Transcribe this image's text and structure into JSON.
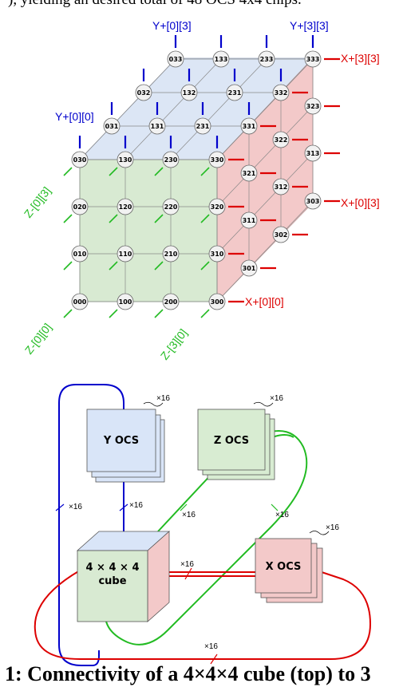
{
  "top_caption": "), yielding an desired total of 48 OCS 4x4 chips.",
  "cube_labels": {
    "y_033": "Y+[0][3]",
    "y_333": "Y+[3][3]",
    "x_333": "X+[3][3]",
    "y_000": "Y+[0][0]",
    "z_030": "Z-[0][3]",
    "x_303": "X+[0][3]",
    "x_300": "X+[0][0]",
    "z_000": "Z-[0][0]",
    "z_300": "Z-[3][0]"
  },
  "nodes_front": [
    "030",
    "130",
    "230",
    "330",
    "020",
    "120",
    "220",
    "320",
    "010",
    "110",
    "210",
    "310",
    "000",
    "100",
    "200",
    "300"
  ],
  "nodes_top": [
    "033",
    "133",
    "233",
    "333",
    "032",
    "132",
    "231",
    "332",
    "031",
    "131",
    "231",
    "331"
  ],
  "nodes_right": [
    "323",
    "322",
    "313",
    "321",
    "312",
    "303",
    "311",
    "302",
    "301"
  ],
  "block_labels": {
    "y_ocs": "Y OCS",
    "z_ocs": "Z OCS",
    "x_ocs": "X OCS",
    "cube_line1": "4 × 4 × 4",
    "cube_line2": "cube"
  },
  "multiplicities": {
    "y_stack": "×16",
    "z_stack": "×16",
    "x_stack": "×16",
    "blue_left": "×16",
    "blue_mid": "×16",
    "green_upper": "×16",
    "green_lower": "×16",
    "red_mid": "×16",
    "red_bottom": "×16"
  },
  "caption": "1: Connectivity of a 4×4×4 cube (top) to 3",
  "colors": {
    "blue": "#0000cc",
    "green": "#22bb22",
    "red": "#dd0000",
    "front_face": "#d8ead2",
    "top_face": "#dce6f5",
    "right_face": "#f3c9c9",
    "y_ocs_fill": "#d9e5f8",
    "z_ocs_fill": "#d8ecd2",
    "x_ocs_fill": "#f3c9c9"
  }
}
